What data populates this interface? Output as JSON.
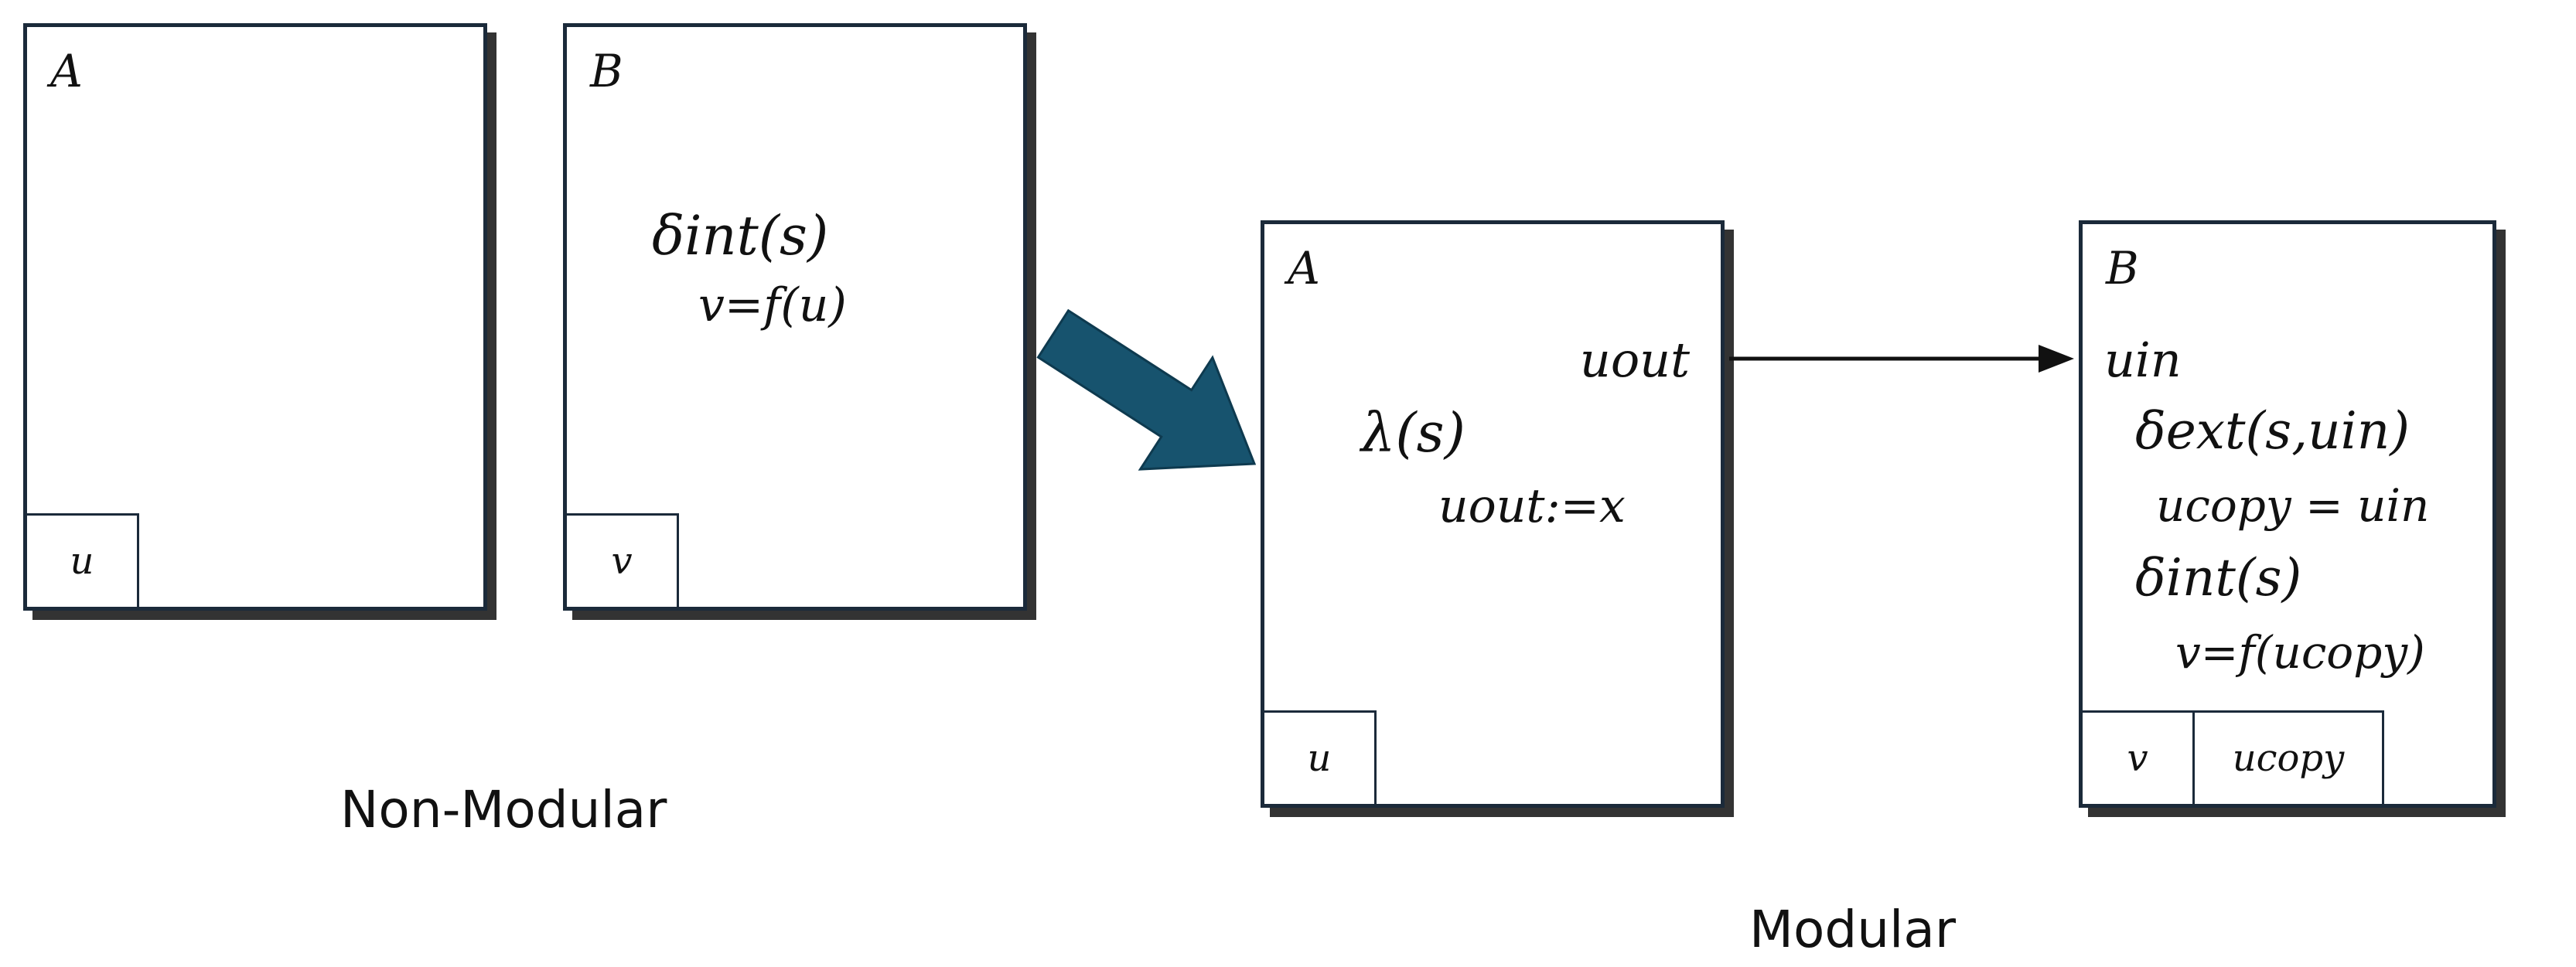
{
  "non_modular": {
    "caption": "Non-Modular",
    "box_a": {
      "label": "A",
      "var": "u"
    },
    "box_b": {
      "label": "B",
      "line1": "δint(s)",
      "line2": "v=f(u)",
      "var": "v"
    }
  },
  "modular": {
    "caption": "Modular",
    "box_a": {
      "label": "A",
      "port": "uout",
      "line1": "λ(s)",
      "line2": "uout:=x",
      "var": "u"
    },
    "box_b": {
      "label": "B",
      "port": "uin",
      "line1": "δext(s,uin)",
      "line2": "ucopy = uin",
      "line3": "δint(s)",
      "line4": "v=f(ucopy)",
      "var1": "v",
      "var2": "ucopy"
    }
  },
  "colors": {
    "box_border": "#1b2a3a",
    "transform_arrow": "#17536e",
    "connector": "#111111"
  },
  "icons": {
    "transform_arrow": "thick-arrow",
    "connector_arrow": "arrow-right"
  }
}
